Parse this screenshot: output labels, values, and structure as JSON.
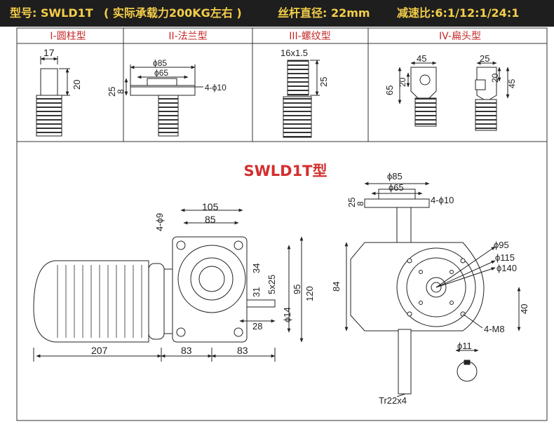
{
  "header": {
    "model": "型号: SWLD1T",
    "load": "( 实际承载力200KG左右 )",
    "screw": "丝杆直径: 22mm",
    "ratio": "减速比:6:1/12:1/24:1"
  },
  "panels": [
    {
      "title": "I-圆柱型",
      "dims": [
        "17",
        "20"
      ]
    },
    {
      "title": "II-法兰型",
      "dims": [
        "ϕ85",
        "ϕ65",
        "25",
        "8",
        "4-ϕ10"
      ]
    },
    {
      "title": "III-螺纹型",
      "dims": [
        "16x1.5",
        "25"
      ]
    },
    {
      "title": "IV-扁头型",
      "dims": [
        "45",
        "25",
        "65",
        "20",
        "20",
        "45"
      ]
    }
  ],
  "main": {
    "title": "SWLD1T型",
    "front_view": {
      "dims": [
        "105",
        "85",
        "4-ϕ9",
        "34",
        "31",
        "5x25",
        "ϕ14",
        "28",
        "95",
        "120",
        "207",
        "83",
        "83"
      ]
    },
    "side_view": {
      "dims": [
        "ϕ85",
        "ϕ65",
        "25",
        "8",
        "4-ϕ10",
        "ϕ95",
        "ϕ115",
        "ϕ140",
        "84",
        "40",
        "4-M8",
        "ϕ11",
        "Tr22x4"
      ]
    }
  },
  "colors": {
    "header_bg": "#1e1e1e",
    "header_text": "#f4ce4a",
    "title_red": "#d32f2f",
    "line": "#222222"
  }
}
